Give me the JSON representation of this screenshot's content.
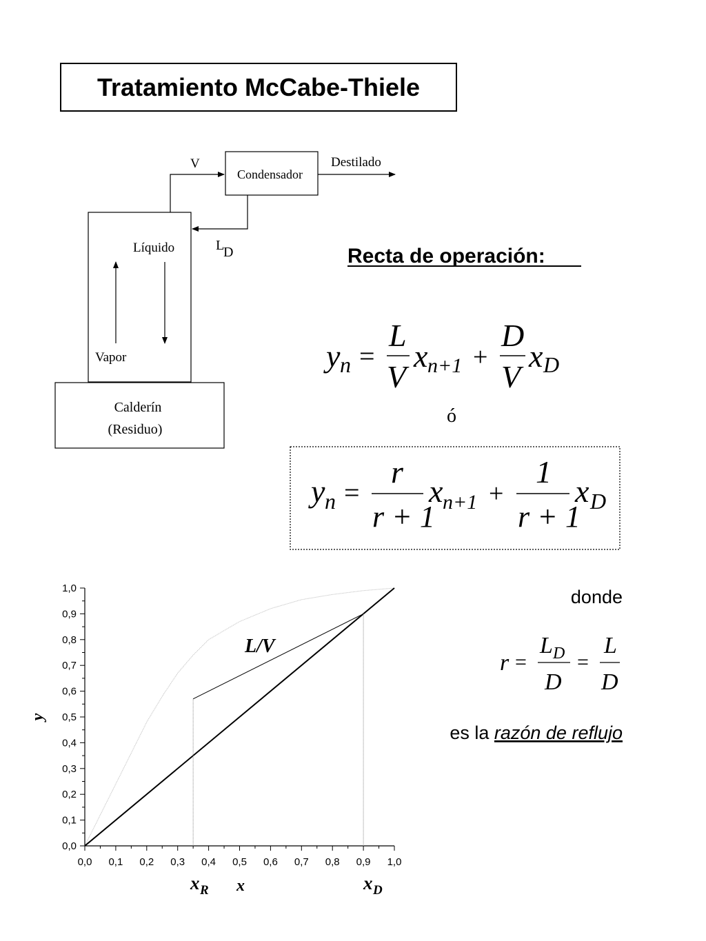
{
  "title": "Tratamiento McCabe-Thiele",
  "diagram": {
    "v_label": "V",
    "condenser": "Condensador",
    "distillate": "Destilado",
    "liquid": "Líquido",
    "ld_main": "L",
    "ld_sub": "D",
    "vapor": "Vapor",
    "reboiler_line1": "Calderín",
    "reboiler_line2": "(Residuo)"
  },
  "operation_heading": "Recta de operación:",
  "eq1": {
    "y": "y",
    "n": "n",
    "eq": "=",
    "L": "L",
    "V": "V",
    "x": "x",
    "n1": "n+1",
    "plus": "+",
    "D": "D",
    "xD_sub": "D"
  },
  "or_text": "ó",
  "eq2": {
    "y": "y",
    "n": "n",
    "eq": "=",
    "r": "r",
    "den": "r + 1",
    "x": "x",
    "n1": "n+1",
    "plus": "+",
    "one": "1",
    "xD_sub": "D"
  },
  "donde": "donde",
  "r_def": {
    "r": "r",
    "eq": "=",
    "LD": "L",
    "LD_sub": "D",
    "D": "D",
    "L": "L"
  },
  "reflux_prefix": "es la ",
  "reflux_term": "razón de reflujo",
  "chart_data": {
    "type": "line",
    "ylabel": "y",
    "xlabel": "x",
    "xlim": [
      0,
      1
    ],
    "ylim": [
      0,
      1
    ],
    "xticks": [
      "0,0",
      "0,1",
      "0,2",
      "0,3",
      "0,4",
      "0,5",
      "0,6",
      "0,7",
      "0,8",
      "0,9",
      "1,0"
    ],
    "yticks": [
      "0,0",
      "0,1",
      "0,2",
      "0,3",
      "0,4",
      "0,5",
      "0,6",
      "0,7",
      "0,8",
      "0,9",
      "1,0"
    ],
    "diagonal": [
      [
        0,
        0
      ],
      [
        1,
        1
      ]
    ],
    "equilibrium_curve": [
      [
        0,
        0
      ],
      [
        0.05,
        0.12
      ],
      [
        0.1,
        0.24
      ],
      [
        0.15,
        0.36
      ],
      [
        0.2,
        0.48
      ],
      [
        0.25,
        0.58
      ],
      [
        0.3,
        0.67
      ],
      [
        0.35,
        0.74
      ],
      [
        0.4,
        0.8
      ],
      [
        0.5,
        0.87
      ],
      [
        0.6,
        0.92
      ],
      [
        0.7,
        0.955
      ],
      [
        0.8,
        0.975
      ],
      [
        0.9,
        0.99
      ],
      [
        1,
        1
      ]
    ],
    "operating_line": [
      [
        0.35,
        0.57
      ],
      [
        0.9,
        0.9
      ]
    ],
    "xR": 0.35,
    "xD": 0.9,
    "slope_label": "L/V",
    "xR_label": "x",
    "xR_sub": "R",
    "xD_label": "x",
    "xD_sub": "D"
  }
}
